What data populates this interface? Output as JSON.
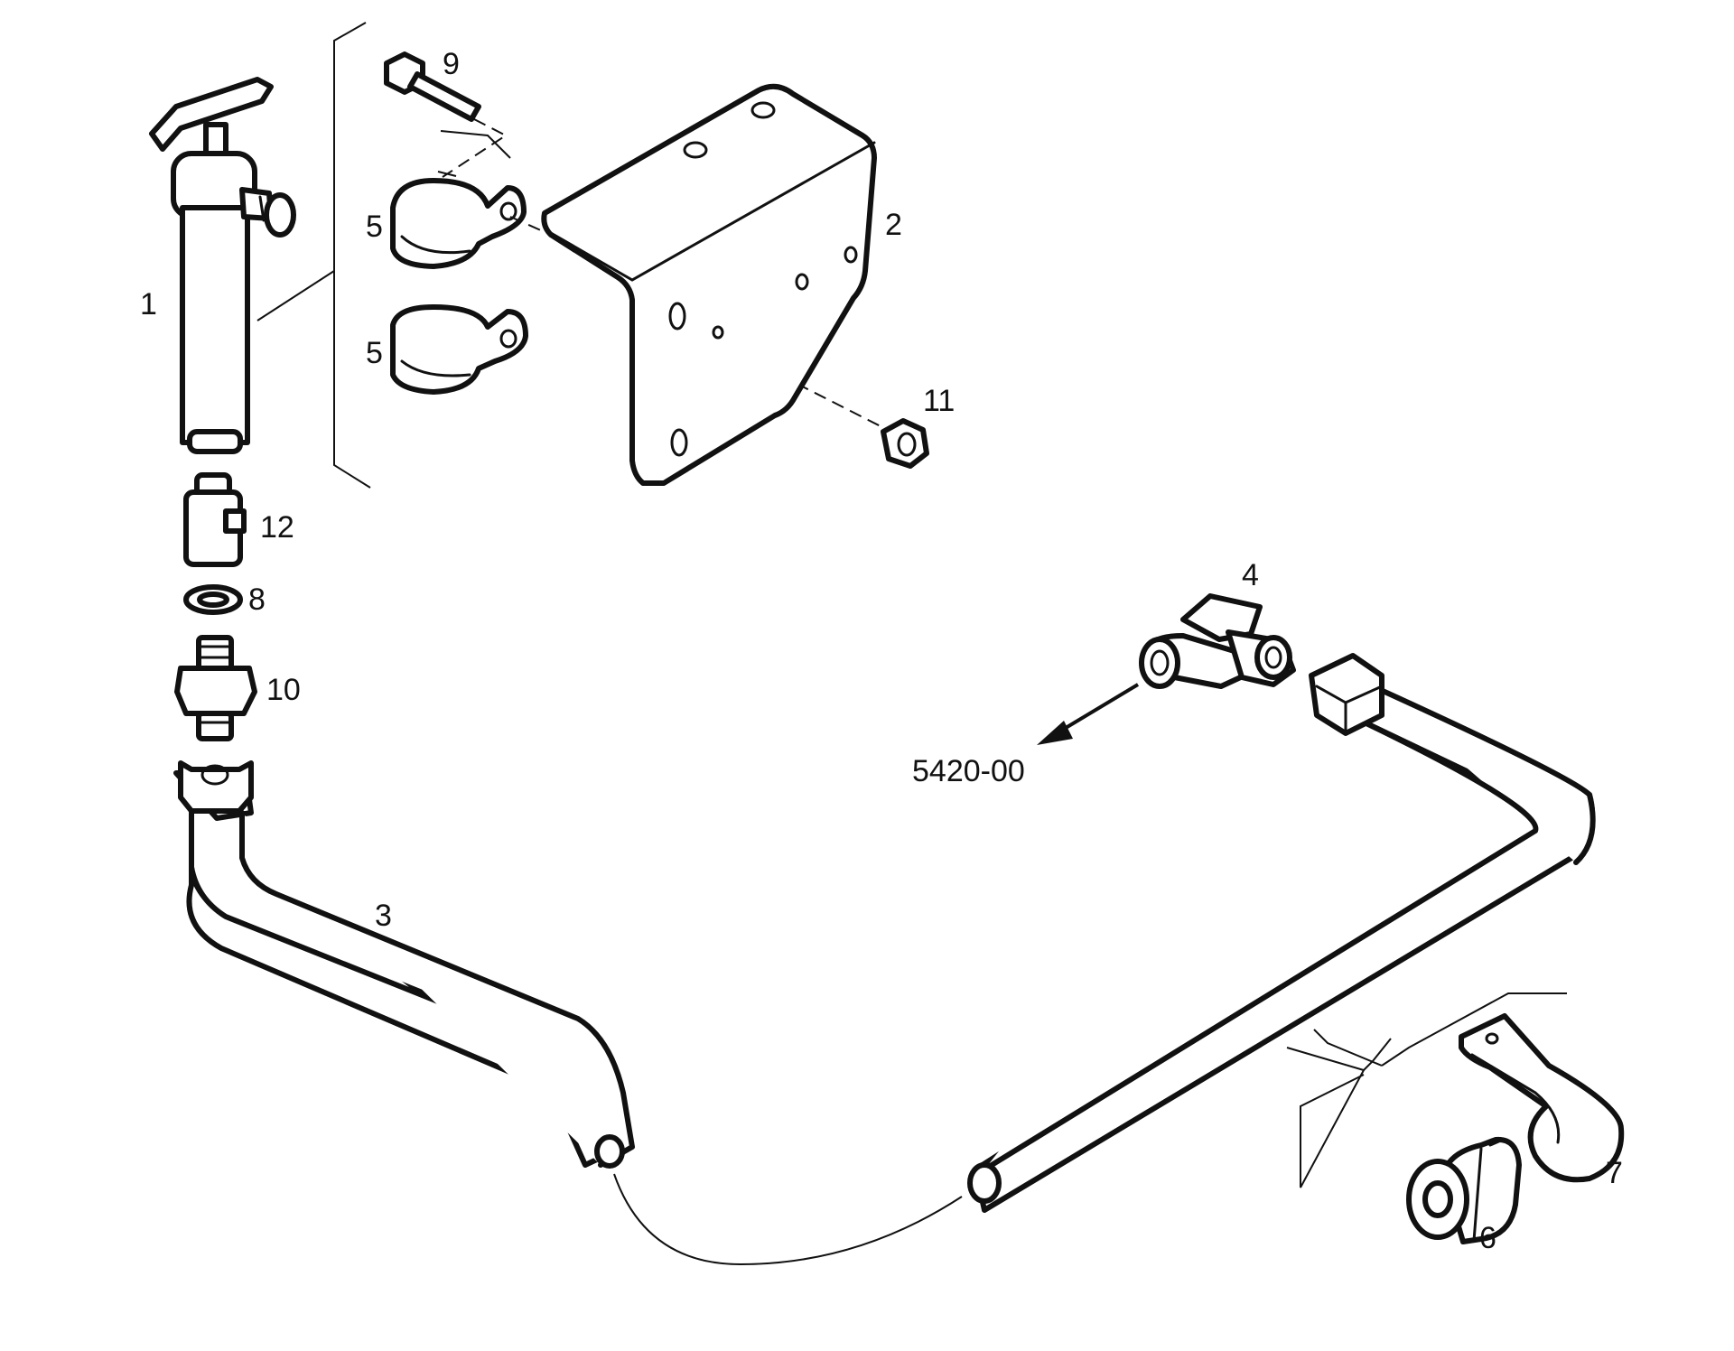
{
  "colors": {
    "line": "#111111",
    "background": "#ffffff"
  },
  "labels": {
    "part_1": "1",
    "part_2": "2",
    "part_3": "3",
    "part_4": "4",
    "part_5a": "5",
    "part_5b": "5",
    "part_6": "6",
    "part_7": "7",
    "part_8": "8",
    "part_9": "9",
    "part_10": "10",
    "part_11": "11",
    "part_12": "12",
    "reference": "5420-00"
  }
}
